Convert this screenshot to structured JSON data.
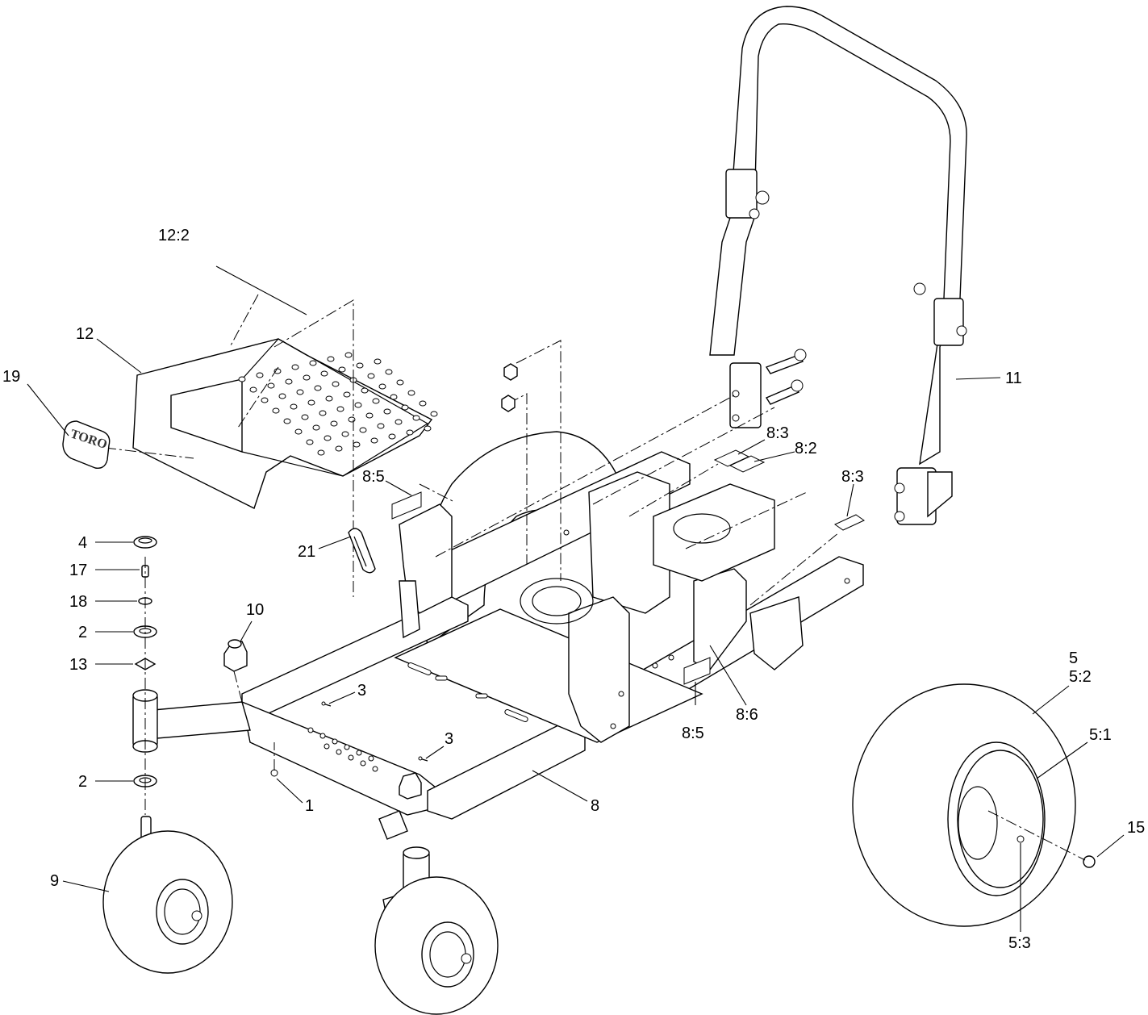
{
  "callouts": {
    "c_12_2": "12:2",
    "c_12": "12",
    "c_19": "19",
    "c_4": "4",
    "c_17": "17",
    "c_18": "18",
    "c_2_top": "2",
    "c_13": "13",
    "c_10": "10",
    "c_2_bottom": "2",
    "c_9": "9",
    "c_1": "1",
    "c_3_a": "3",
    "c_3_b": "3",
    "c_21": "21",
    "c_8_5_top": "8:5",
    "c_8": "8",
    "c_8_5_bottom": "8:5",
    "c_8_6": "8:6",
    "c_8_3_left": "8:3",
    "c_8_2": "8:2",
    "c_8_3_right": "8:3",
    "c_11": "11",
    "c_5": "5",
    "c_5_2": "5:2",
    "c_5_1": "5:1",
    "c_15": "15",
    "c_5_3": "5:3"
  },
  "logo": {
    "text": "TORO",
    "color": "#333333"
  },
  "colors": {
    "line": "#000000",
    "background": "#ffffff"
  }
}
